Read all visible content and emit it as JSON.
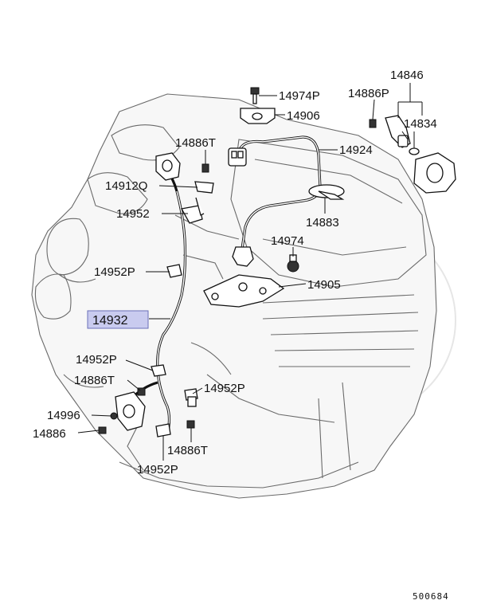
{
  "diagram": {
    "highlight_color": "#c9cbef",
    "highlight_border": "#6a6fb8",
    "labels": {
      "p14846": "14846",
      "p14974P": "14974P",
      "p14886P": "14886P",
      "p14906": "14906",
      "p14834": "14834",
      "p14886T_a": "14886T",
      "p14924": "14924",
      "p14912Q": "14912Q",
      "p14952_a": "14952",
      "p14883": "14883",
      "p14974": "14974",
      "p14952P_a": "14952P",
      "p14905": "14905",
      "p14932": "14932",
      "p14952P_b": "14952P",
      "p14886T_b": "14886T",
      "p14952P_c": "14952P",
      "p14996": "14996",
      "p14886": "14886",
      "p14886T_c": "14886T",
      "p14952P_d": "14952P"
    },
    "diagram_code": "500684"
  }
}
